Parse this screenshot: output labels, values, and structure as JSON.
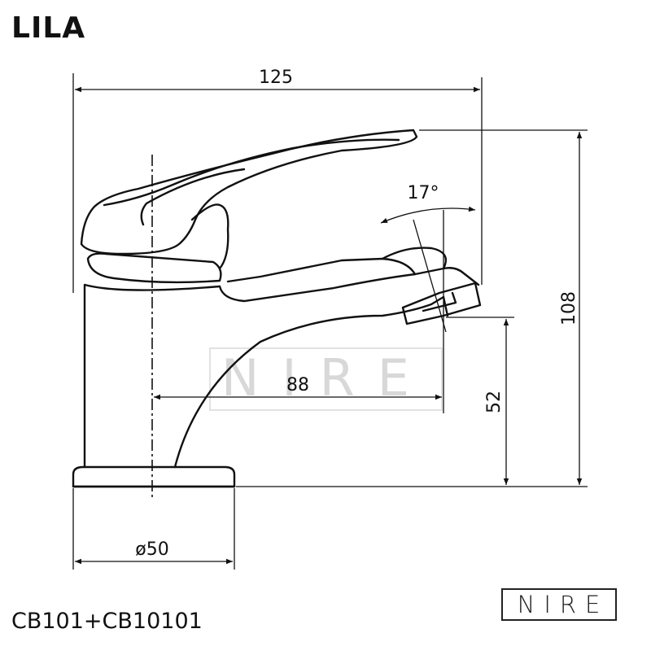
{
  "title": "LILA",
  "product_code": "CB101+CB10101",
  "brand": "NIRE",
  "watermark": "NIRE",
  "dimensions": {
    "total_length": "125",
    "total_height": "108",
    "reach": "88",
    "spout_height": "52",
    "base_diameter": "ø50",
    "spout_angle": "17°"
  },
  "colors": {
    "line": "#111111",
    "watermark": "#d8d8d8"
  }
}
